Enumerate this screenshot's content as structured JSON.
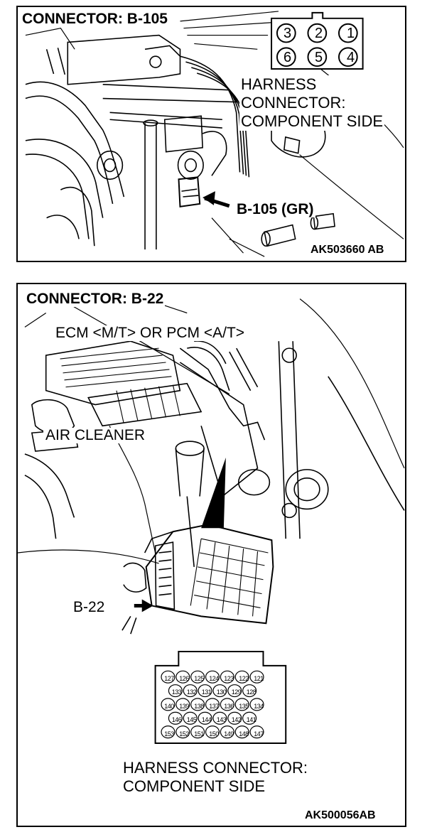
{
  "panel1": {
    "title": "CONNECTOR: B-105",
    "pins": [
      "3",
      "2",
      "1",
      "6",
      "5",
      "4"
    ],
    "side_label_lines": [
      "HARNESS",
      "CONNECTOR:",
      "COMPONENT SIDE"
    ],
    "callout": "B-105 (GR)",
    "figure_code": "AK503660 AB"
  },
  "panel2": {
    "title": "CONNECTOR: B-22",
    "module_label": "ECM <M/T> OR PCM <A/T>",
    "air_cleaner_label": "AIR CLEANER",
    "callout": "B-22",
    "pin_rows": [
      [
        "127",
        "126",
        "125",
        "124",
        "123",
        "122",
        "121"
      ],
      [
        "133",
        "132",
        "131",
        "130",
        "129",
        "128"
      ],
      [
        "140",
        "139",
        "138",
        "137",
        "136",
        "135",
        "134"
      ],
      [
        "146",
        "145",
        "144",
        "143",
        "142",
        "141"
      ],
      [
        "153",
        "152",
        "151",
        "150",
        "149",
        "148",
        "147"
      ]
    ],
    "side_label_lines": [
      "HARNESS CONNECTOR:",
      "COMPONENT SIDE"
    ],
    "figure_code": "AK500056AB"
  }
}
